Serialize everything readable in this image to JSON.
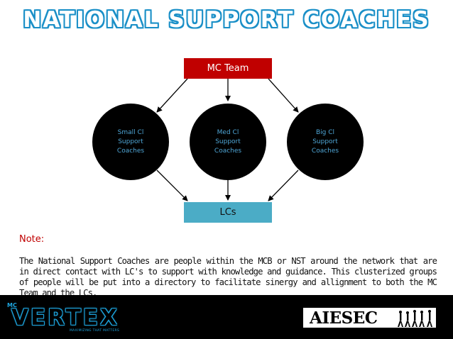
{
  "title": "National Support Coaches",
  "diagram": {
    "top_box": "MC Team",
    "bottom_box": "LCs",
    "circles": [
      {
        "lines": [
          "Small Cl",
          "Support",
          "Coaches"
        ]
      },
      {
        "lines": [
          "Med Cl",
          "Support",
          "Coaches"
        ]
      },
      {
        "lines": [
          "Big Cl",
          "Support",
          "Coaches"
        ]
      }
    ]
  },
  "note": {
    "label": "Note:",
    "text": "The National Support Coaches are people within the MCB or NST around the network that are in direct contact with LC's to support with knowledge and guidance. This clusterized groups of people will be put into a directory to facilitate sinergy and allignment to both the MC Team and the LCs."
  },
  "footer": {
    "left_logo": {
      "prefix": "MC",
      "word": "VERTEX",
      "tagline": "MAXIMIZING THAT MATTERS"
    },
    "right_logo": {
      "word": "AIESEC"
    }
  },
  "colors": {
    "title_outline": "#1a8fc7",
    "top_box": "#c00000",
    "bottom_box": "#4bacc6",
    "circle_fill": "#000000",
    "circle_text": "#4fa6d6",
    "note_label": "#c00000",
    "footer_bg": "#000000"
  }
}
